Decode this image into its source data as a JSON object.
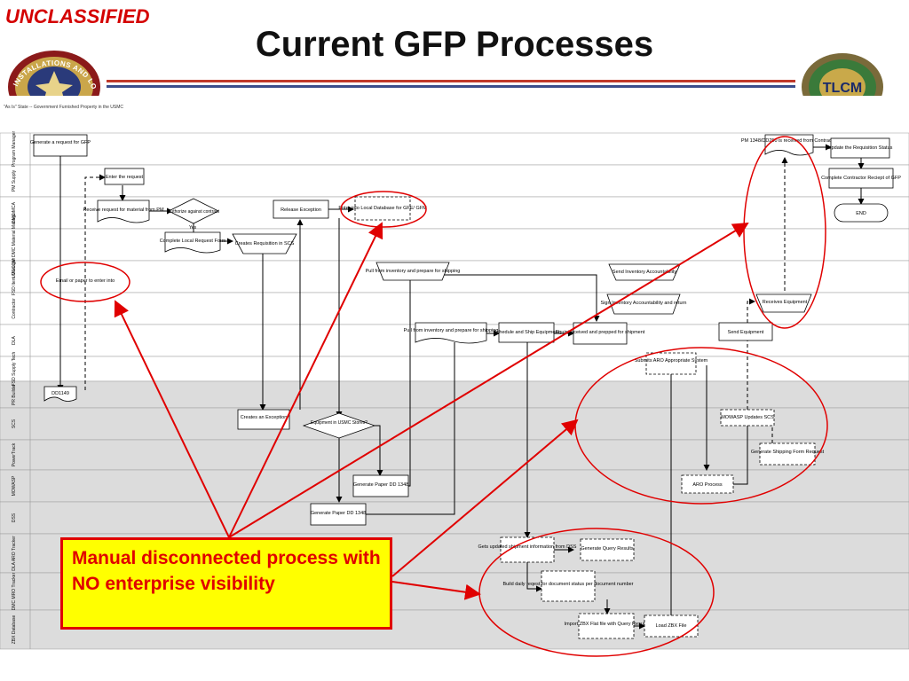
{
  "header": {
    "classification": "UNCLASSIFIED",
    "title": "Current GFP Processes"
  },
  "seals": {
    "left_text": "INSTALLATIONS AND LOGISTICS",
    "right_text": "TLCM"
  },
  "colors": {
    "classification": "#d40000",
    "rule_red": "#c0392b",
    "rule_blue": "#3b4d8c",
    "highlight_red": "#e00000",
    "callout_fill": "#ffff00",
    "lane_shade": "#dcdcdc"
  },
  "diagram": {
    "caption": "\"As Is\" State -- Government Furnished Property in the USMC",
    "lanes": [
      "Program Manager",
      "PM Supply",
      "DMC MCA",
      "LOGCOM DMC Material Manager",
      "FSD Item Manager",
      "Contractor",
      "DLA",
      "FSD Supply Tech",
      "PR Builder",
      "SCS",
      "PowerTrack",
      "MOWASP",
      "DSS",
      "DLA ARO Tracker",
      "DMC MRO Tracker",
      "ZBX Database"
    ],
    "nodes": {
      "generate_request": "Generate a request for GFP",
      "enter_request": "Enter the request",
      "receive_request": "Receive request for material from PM",
      "authorize_contract": "Authorize against contract",
      "yes_label": "Yes",
      "complete_local": "Complete Local Request Form",
      "creates_requisition": "Creates Requisition in SCS",
      "release_exception": "Release Exception",
      "enter_local_db": "Enter into Local Database for GFE/ GFM",
      "email_paper": "Email or paper to enter into",
      "pull_inventory_fsd": "Pull from inventory and prepare for shipping",
      "send_inventory": "Send Inventory Accountability",
      "sign_inventory": "Sign Inventory Accountability and return",
      "pull_inventory_dla": "Pull from inventory and prepare for shipping",
      "schedule_ship": "Schedule and Ship Equipment",
      "equip_received": "Equip received and prepped for shipment",
      "pm_1348": "PM 1348/DD250 is received from Contractor",
      "update_status": "Update the Requisition Status",
      "complete_receipt": "Complete Contractor Reciept of GFP",
      "end": "END",
      "receives_equipment": "Receives Equipment",
      "send_equipment": "Send Equipment",
      "dd1149": "DD1149",
      "creates_exception": "Creates an Exception",
      "equip_in_usmc": "Equipment in USMC Stores?",
      "generate_dd1348_a": "Generate Paper DD 1348",
      "generate_dd1348_b": "Generate Paper DD 1348",
      "submits_aro": "Submits ARO Appropriate System",
      "mowasp_updates": "MOWASP Updates SCS",
      "generate_shipping": "Generate Shipping Form Request",
      "aro_process": "ARO Process",
      "gets_updated": "Gets updated shipment information from DSS",
      "generate_query": "Generate Query Results",
      "build_daily": "Build daily reqest for document status per document number",
      "import_zbx": "Import ZBX Flat file with Query Results",
      "load_zbx": "Load ZBX File"
    }
  },
  "callout": {
    "text": "Manual disconnected process with NO enterprise visibility"
  }
}
